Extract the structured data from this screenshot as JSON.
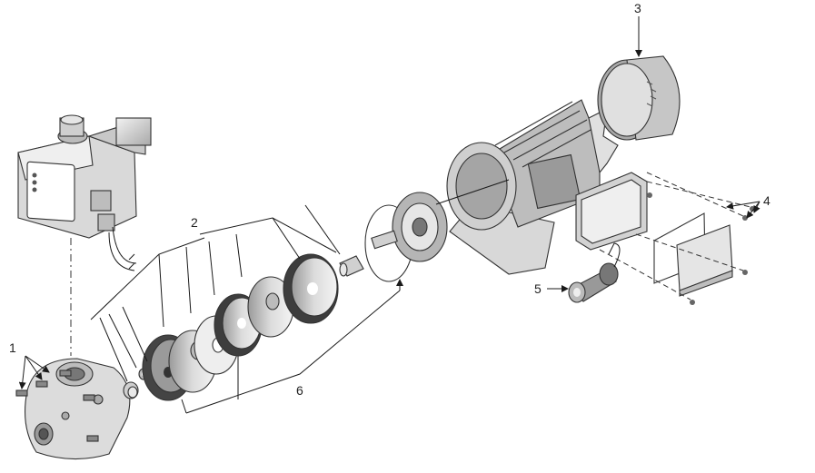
{
  "callouts": {
    "c1": "1",
    "c2": "2",
    "c3": "3",
    "c4": "4",
    "c5": "5",
    "c6": "6"
  },
  "colors": {
    "metal_light": "#e6e6e6",
    "metal_mid": "#bdbdbd",
    "metal_dark": "#8c8c8c",
    "line": "#1a1a1a"
  }
}
